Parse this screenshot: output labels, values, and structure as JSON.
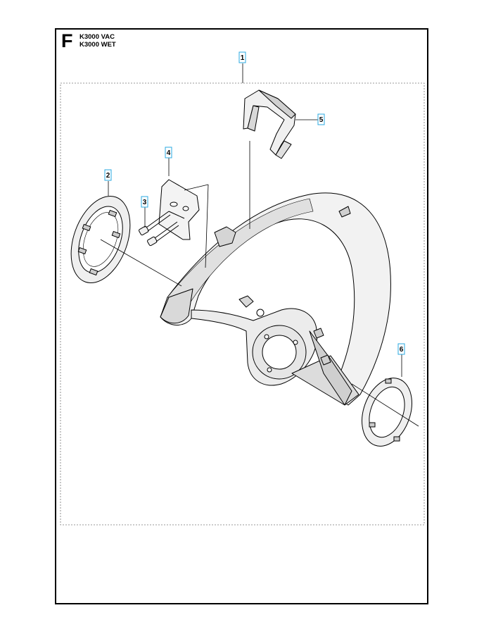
{
  "header": {
    "section_letter": "F",
    "models": [
      "K3000 VAC",
      "K3000 WET"
    ]
  },
  "colors": {
    "callout_box": "#29a8e0",
    "line": "#000000",
    "part_fill": "#f2f2f2",
    "shade": "#d9d9d9"
  },
  "callouts": [
    {
      "id": "1",
      "label": "1",
      "part": "blade guard assembly"
    },
    {
      "id": "2",
      "label": "2",
      "part": "dust cover ring"
    },
    {
      "id": "3",
      "label": "3",
      "part": "screws"
    },
    {
      "id": "4",
      "label": "4",
      "part": "guard plate"
    },
    {
      "id": "5",
      "label": "5",
      "part": "guard handle"
    },
    {
      "id": "6",
      "label": "6",
      "part": "outer seal ring"
    }
  ]
}
